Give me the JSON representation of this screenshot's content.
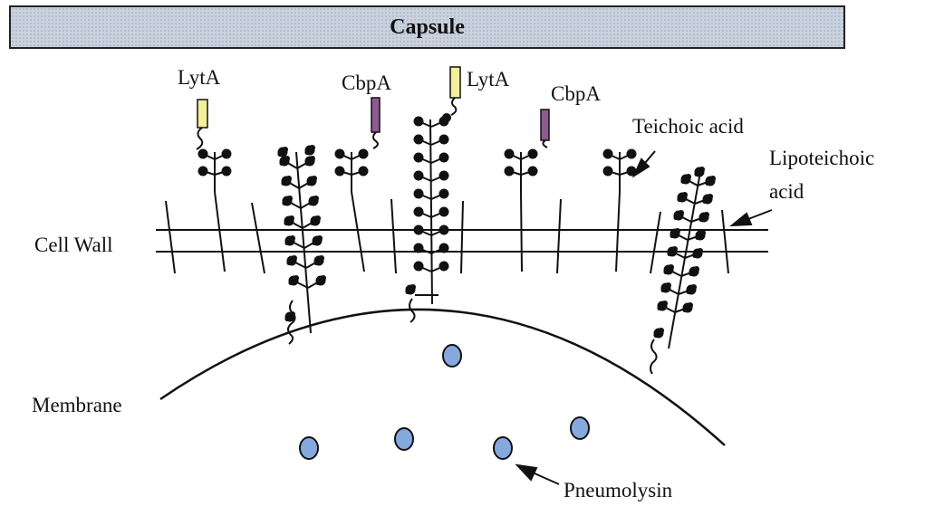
{
  "labels": {
    "capsule": "Capsule",
    "cell_wall": "Cell Wall",
    "membrane": "Membrane",
    "lyta": "LytA",
    "cbpa": "CbpA",
    "teichoic_acid": "Teichoic acid",
    "lipoteichoic_line1": "Lipoteichoic",
    "lipoteichoic_line2": "acid",
    "pneumolysin": "Pneumolysin"
  },
  "colors": {
    "capsule_fill": "#c9d2de",
    "lyta_fill": "#f4ef9a",
    "cbpa_fill": "#8e5a92",
    "pneumolysin_fill": "#86a9dd",
    "ink": "#111111"
  },
  "icons": {
    "lyta": "yellow-rectangle",
    "cbpa": "purple-rectangle",
    "pneumolysin": "blue-oval",
    "choline": "black-dot",
    "sugar": "black-knob",
    "arrow": "black-pointer-arrow"
  }
}
